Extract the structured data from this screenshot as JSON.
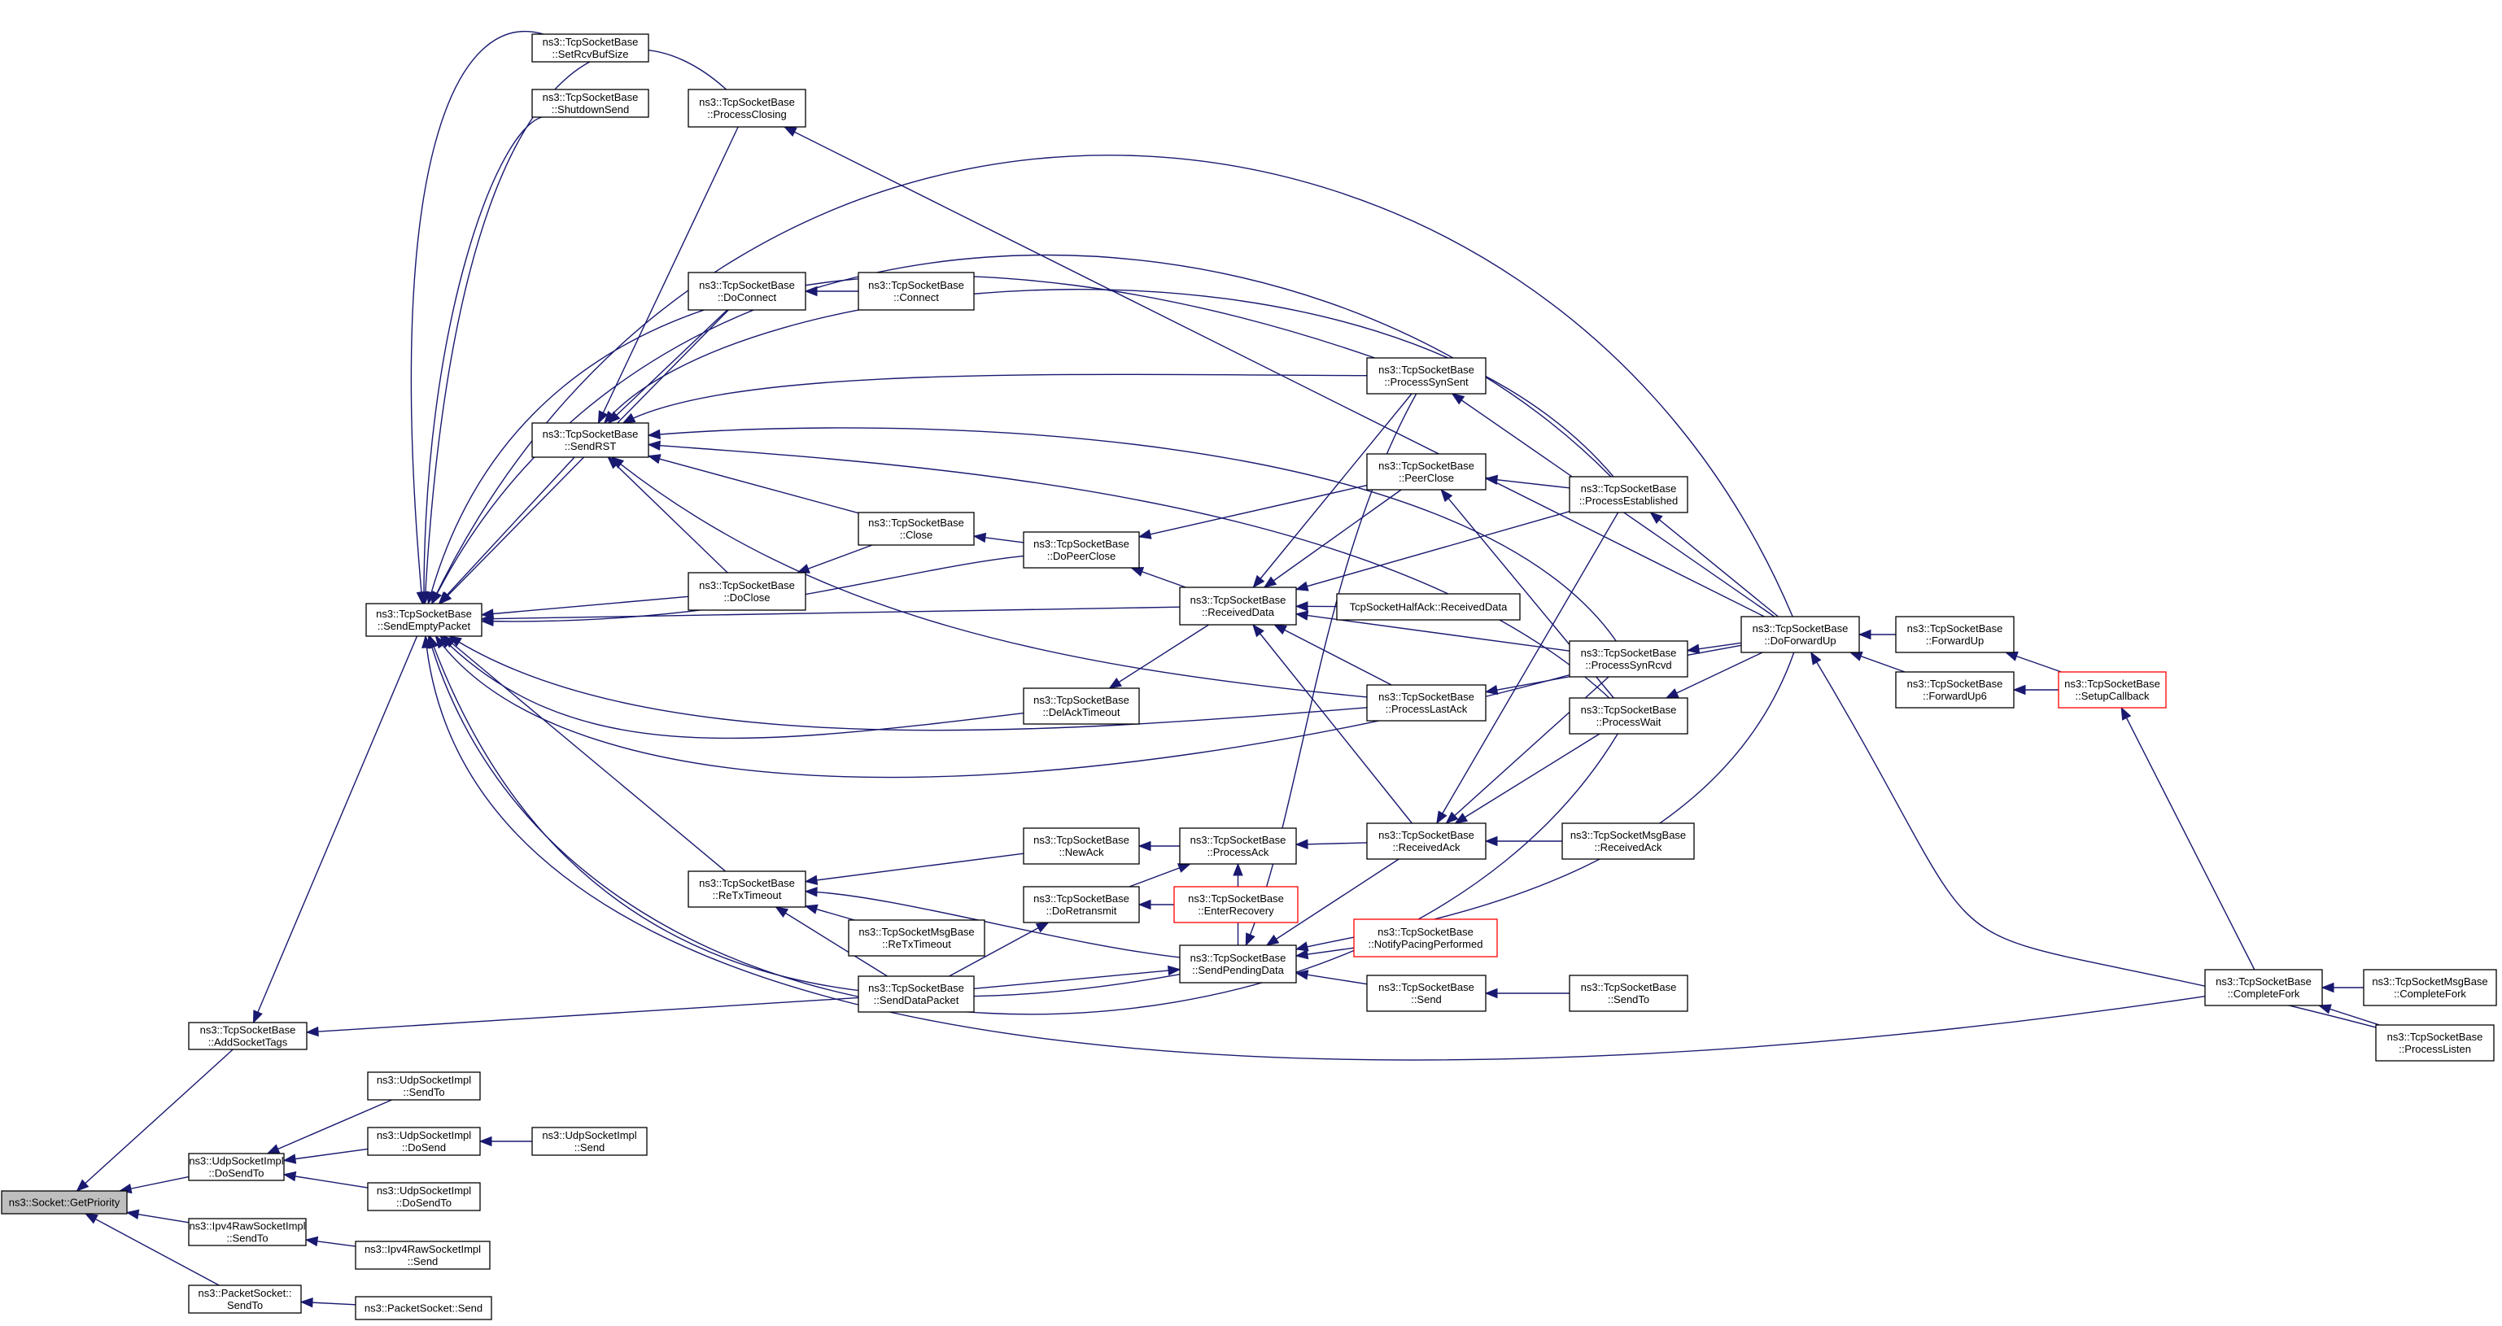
{
  "graph": {
    "colors": {
      "edge": "#191970",
      "node_border": "#000000",
      "root_fill": "#bfbfbf",
      "truncated_border": "#ff0000",
      "background": "#ffffff"
    },
    "nodes": [
      {
        "id": "root",
        "lines": [
          "ns3::Socket::GetPriority"
        ]
      },
      {
        "id": "addTags",
        "lines": [
          "ns3::TcpSocketBase",
          "::AddSocketTags"
        ]
      },
      {
        "id": "udpDoSendTo",
        "lines": [
          "ns3::UdpSocketImpl",
          "::DoSendTo"
        ]
      },
      {
        "id": "ipv4SendTo",
        "lines": [
          "ns3::Ipv4RawSocketImpl",
          "::SendTo"
        ]
      },
      {
        "id": "pktSendTo",
        "lines": [
          "ns3::PacketSocket::",
          "SendTo"
        ]
      },
      {
        "id": "udpSendTo",
        "lines": [
          "ns3::UdpSocketImpl",
          "::SendTo"
        ]
      },
      {
        "id": "udpDoSend",
        "lines": [
          "ns3::UdpSocketImpl",
          "::DoSend"
        ]
      },
      {
        "id": "udpDoSendTo2",
        "lines": [
          "ns3::UdpSocketImpl",
          "::DoSendTo"
        ]
      },
      {
        "id": "udpSend",
        "lines": [
          "ns3::UdpSocketImpl",
          "::Send"
        ]
      },
      {
        "id": "ipv4Send",
        "lines": [
          "ns3::Ipv4RawSocketImpl",
          "::Send"
        ]
      },
      {
        "id": "pktSend",
        "lines": [
          "ns3::PacketSocket::Send"
        ]
      },
      {
        "id": "sendEmpty",
        "lines": [
          "ns3::TcpSocketBase",
          "::SendEmptyPacket"
        ]
      },
      {
        "id": "setRcv",
        "lines": [
          "ns3::TcpSocketBase",
          "::SetRcvBufSize"
        ]
      },
      {
        "id": "shutdown",
        "lines": [
          "ns3::TcpSocketBase",
          "::ShutdownSend"
        ]
      },
      {
        "id": "procClosing",
        "lines": [
          "ns3::TcpSocketBase",
          "::ProcessClosing"
        ]
      },
      {
        "id": "doConnect",
        "lines": [
          "ns3::TcpSocketBase",
          "::DoConnect"
        ]
      },
      {
        "id": "connect",
        "lines": [
          "ns3::TcpSocketBase",
          "::Connect"
        ]
      },
      {
        "id": "sendRST",
        "lines": [
          "ns3::TcpSocketBase",
          "::SendRST"
        ]
      },
      {
        "id": "close",
        "lines": [
          "ns3::TcpSocketBase",
          "::Close"
        ]
      },
      {
        "id": "doClose",
        "lines": [
          "ns3::TcpSocketBase",
          "::DoClose"
        ]
      },
      {
        "id": "doPeerClose",
        "lines": [
          "ns3::TcpSocketBase",
          "::DoPeerClose"
        ]
      },
      {
        "id": "delAck",
        "lines": [
          "ns3::TcpSocketBase",
          "::DelAckTimeout"
        ]
      },
      {
        "id": "reTx",
        "lines": [
          "ns3::TcpSocketBase",
          "::ReTxTimeout"
        ]
      },
      {
        "id": "newAck",
        "lines": [
          "ns3::TcpSocketBase",
          "::NewAck"
        ]
      },
      {
        "id": "doRetransmit",
        "lines": [
          "ns3::TcpSocketBase",
          "::DoRetransmit"
        ]
      },
      {
        "id": "msgReTx",
        "lines": [
          "ns3::TcpSocketMsgBase",
          "::ReTxTimeout"
        ]
      },
      {
        "id": "sendDataPkt",
        "lines": [
          "ns3::TcpSocketBase",
          "::SendDataPacket"
        ]
      },
      {
        "id": "procAck",
        "lines": [
          "ns3::TcpSocketBase",
          "::ProcessAck"
        ]
      },
      {
        "id": "enterRecovery",
        "lines": [
          "ns3::TcpSocketBase",
          "::EnterRecovery"
        ],
        "truncated": true
      },
      {
        "id": "sendPending",
        "lines": [
          "ns3::TcpSocketBase",
          "::SendPendingData"
        ]
      },
      {
        "id": "notifyPacing",
        "lines": [
          "ns3::TcpSocketBase",
          "::NotifyPacingPerformed"
        ],
        "truncated": true
      },
      {
        "id": "send",
        "lines": [
          "ns3::TcpSocketBase",
          "::Send"
        ]
      },
      {
        "id": "sendTo",
        "lines": [
          "ns3::TcpSocketBase",
          "::SendTo"
        ]
      },
      {
        "id": "recvData",
        "lines": [
          "ns3::TcpSocketBase",
          "::ReceivedData"
        ]
      },
      {
        "id": "halfAck",
        "lines": [
          "TcpSocketHalfAck::ReceivedData"
        ]
      },
      {
        "id": "procSynSent",
        "lines": [
          "ns3::TcpSocketBase",
          "::ProcessSynSent"
        ]
      },
      {
        "id": "peerClose",
        "lines": [
          "ns3::TcpSocketBase",
          "::PeerClose"
        ]
      },
      {
        "id": "procLastAck",
        "lines": [
          "ns3::TcpSocketBase",
          "::ProcessLastAck"
        ]
      },
      {
        "id": "recvAck",
        "lines": [
          "ns3::TcpSocketBase",
          "::ReceivedAck"
        ]
      },
      {
        "id": "msgRecvAck",
        "lines": [
          "ns3::TcpSocketMsgBase",
          "::ReceivedAck"
        ]
      },
      {
        "id": "procEstab",
        "lines": [
          "ns3::TcpSocketBase",
          "::ProcessEstablished"
        ]
      },
      {
        "id": "procSynRcvd",
        "lines": [
          "ns3::TcpSocketBase",
          "::ProcessSynRcvd"
        ]
      },
      {
        "id": "procWait",
        "lines": [
          "ns3::TcpSocketBase",
          "::ProcessWait"
        ]
      },
      {
        "id": "doFwdUp",
        "lines": [
          "ns3::TcpSocketBase",
          "::DoForwardUp"
        ]
      },
      {
        "id": "fwdUp",
        "lines": [
          "ns3::TcpSocketBase",
          "::ForwardUp"
        ]
      },
      {
        "id": "fwdUp6",
        "lines": [
          "ns3::TcpSocketBase",
          "::ForwardUp6"
        ]
      },
      {
        "id": "setupCb",
        "lines": [
          "ns3::TcpSocketBase",
          "::SetupCallback"
        ],
        "truncated": true
      },
      {
        "id": "completeFork",
        "lines": [
          "ns3::TcpSocketBase",
          "::CompleteFork"
        ]
      },
      {
        "id": "msgCompleteFork",
        "lines": [
          "ns3::TcpSocketMsgBase",
          "::CompleteFork"
        ]
      },
      {
        "id": "procListen",
        "lines": [
          "ns3::TcpSocketBase",
          "::ProcessListen"
        ]
      }
    ]
  }
}
